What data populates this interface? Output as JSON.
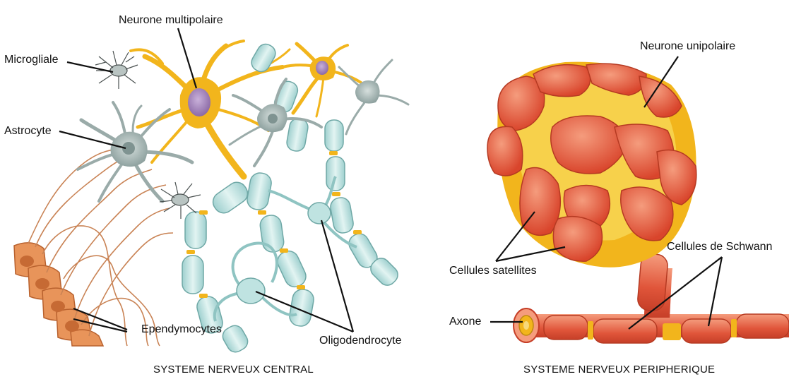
{
  "central": {
    "labels": {
      "multipolar_neuron": "Neurone multipolaire",
      "microglia": "Microgliale",
      "astrocyte": "Astrocyte",
      "ependymocytes": "Ependymocytes",
      "oligodendrocyte": "Oligodendrocyte"
    },
    "caption": "SYSTEME NERVEUX CENTRAL"
  },
  "peripheral": {
    "labels": {
      "unipolar_neuron": "Neurone unipolaire",
      "schwann_cells": "Cellules de Schwann",
      "satellite_cells": "Cellules satellites",
      "axon": "Axone"
    },
    "caption": "SYSTEME NERVEUX PERIPHERIQUE"
  },
  "colors": {
    "neuron_yellow": "#f2b51c",
    "neuron_nucleus": "#a98bbf",
    "glia_gray": "#a9b8b6",
    "myelin_teal": "#bfe3e1",
    "ependymal_orange": "#e8945a",
    "satellite_red": "#e8593e",
    "satellite_light": "#f08a6a"
  }
}
